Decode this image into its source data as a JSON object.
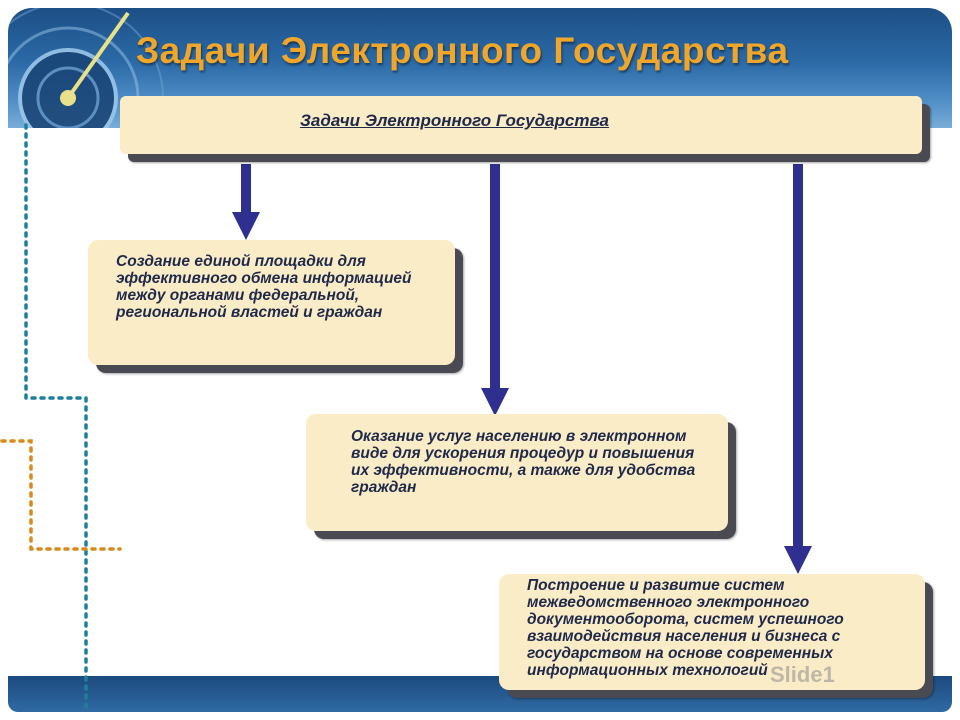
{
  "slide": {
    "title": "Задачи Электронного Государства"
  },
  "diagram": {
    "root_label": "Задачи Электронного Государства",
    "tasks": [
      {
        "text": "Создание единой площадки для эффективного обмена информацией между органами федеральной, региональной властей и граждан"
      },
      {
        "text": "Оказание услуг населению в электронном виде для ускорения процедур и повышения их эффективности, а также для удобства граждан"
      },
      {
        "text": "Построение и развитие систем межведомственного электронного документооборота, систем успешного взаимодействия населения и бизнеса с государством на основе современных информационных технологий"
      }
    ]
  },
  "watermark": {
    "text": "Slide1"
  },
  "colors": {
    "header_blue": "#2b6aa6",
    "title_orange": "#f0a62a",
    "box_fill": "#fbecc8",
    "arrow_blue": "#2f2f8f",
    "dot_teal": "#1f7f9a",
    "dot_orange": "#d88a1a"
  }
}
